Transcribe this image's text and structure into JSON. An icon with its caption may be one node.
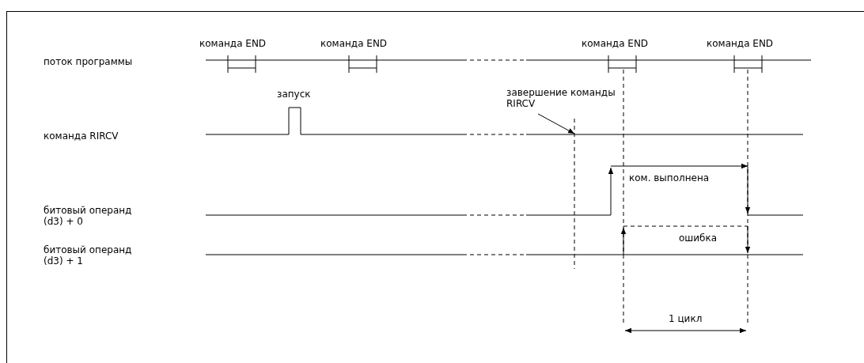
{
  "diagram": {
    "nodes": [
      {
        "text": [
          "завершение команды RIRCV"
        ]
      },
      {
        "text": [],
        "shape": "line"
      }
    ],
    "edges": [
      {
        "from": 0,
        "to": 1,
        "arrow": "to"
      }
    ],
    "labels": [
      "команда END",
      "команда END",
      "команда END",
      "команда END",
      "поток программы",
      "запуск",
      "команда RIRCV",
      "ком. выполнена",
      "битовый операнд (d3) + 0",
      "ошибка",
      "битовый операнд (d3) + 1",
      "1 цикл"
    ]
  }
}
